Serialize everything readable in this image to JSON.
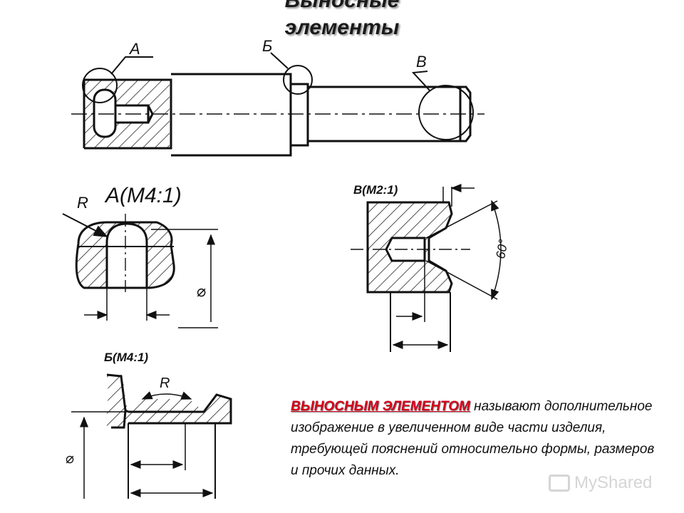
{
  "slide": {
    "title_line1": "Выносные",
    "title_line2": "элементы"
  },
  "main_view": {
    "callout_a": "А",
    "callout_b": "Б",
    "callout_v": "В"
  },
  "detail_a": {
    "caption": "А(М4:1)",
    "radius_label": "R",
    "diameter_label": "⌀"
  },
  "detail_v": {
    "caption": "В(М2:1)",
    "angle_label": "60°"
  },
  "detail_b": {
    "caption": "Б(М4:1)",
    "radius_label": "R",
    "diameter_label": "⌀"
  },
  "definition": {
    "term": "ВЫНОСНЫМ ЭЛЕМЕНТОМ",
    "text": " называют дополнительное изображение в увеличенном виде части изделия, требующей пояснений относительно формы, размеров и прочих данных."
  },
  "watermark": {
    "text": "MyShared"
  }
}
